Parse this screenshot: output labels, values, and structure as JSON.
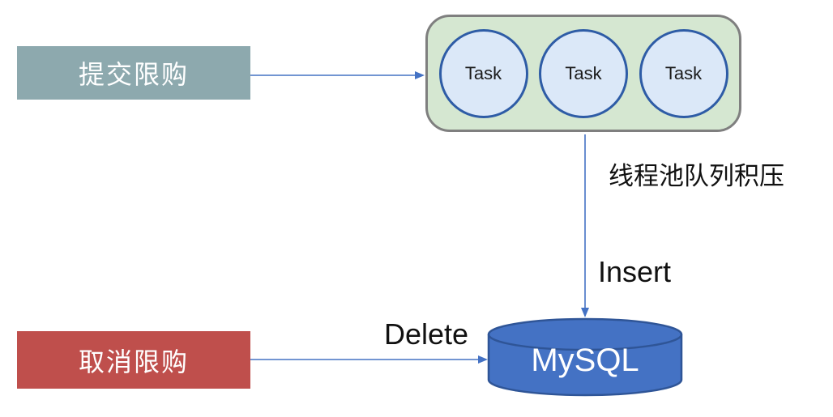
{
  "nodes": {
    "submit_box": {
      "label": "提交限购"
    },
    "cancel_box": {
      "label": "取消限购"
    },
    "task_queue": {
      "tasks": [
        "Task",
        "Task",
        "Task"
      ]
    },
    "database": {
      "label": "MySQL"
    }
  },
  "labels": {
    "queue_backlog": "线程池队列积压",
    "insert": "Insert",
    "delete": "Delete"
  },
  "colors": {
    "submit_bg": "#8DA9AE",
    "cancel_bg": "#BF4F4C",
    "container_bg": "#D5E7D1",
    "container_border": "#7F7F7F",
    "task_circle_bg": "#DBE8F8",
    "task_circle_border": "#2E5CA6",
    "arrow": "#4472C4",
    "database_fill": "#4472C4",
    "database_border": "#2F5597",
    "label_text": "#111111"
  }
}
